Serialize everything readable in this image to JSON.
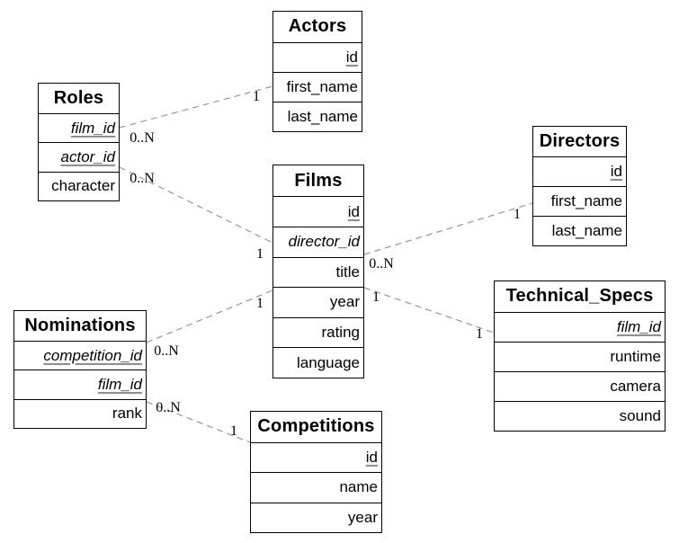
{
  "diagram_type": "entity-relationship",
  "colors": {
    "background": "#ffffff",
    "entity_border": "#000000",
    "entity_text": "#000000",
    "primary_key_underline": "#8f8f8f",
    "relation_line": "#979797",
    "cardinality_text": "#000000"
  },
  "entities": [
    {
      "name": "Actors",
      "attributes": [
        {
          "name": "id",
          "key": "primary"
        },
        {
          "name": "first_name",
          "key": "none"
        },
        {
          "name": "last_name",
          "key": "none"
        }
      ]
    },
    {
      "name": "Roles",
      "attributes": [
        {
          "name": "film_id",
          "key": "primary-foreign"
        },
        {
          "name": "actor_id",
          "key": "primary-foreign"
        },
        {
          "name": "character",
          "key": "none"
        }
      ]
    },
    {
      "name": "Films",
      "attributes": [
        {
          "name": "id",
          "key": "primary"
        },
        {
          "name": "director_id",
          "key": "foreign"
        },
        {
          "name": "title",
          "key": "none"
        },
        {
          "name": "year",
          "key": "none"
        },
        {
          "name": "rating",
          "key": "none"
        },
        {
          "name": "language",
          "key": "none"
        }
      ]
    },
    {
      "name": "Directors",
      "attributes": [
        {
          "name": "id",
          "key": "primary"
        },
        {
          "name": "first_name",
          "key": "none"
        },
        {
          "name": "last_name",
          "key": "none"
        }
      ]
    },
    {
      "name": "Nominations",
      "attributes": [
        {
          "name": "competition_id",
          "key": "primary-foreign"
        },
        {
          "name": "film_id",
          "key": "primary-foreign"
        },
        {
          "name": "rank",
          "key": "none"
        }
      ]
    },
    {
      "name": "Technical_Specs",
      "attributes": [
        {
          "name": "film_id",
          "key": "primary-foreign"
        },
        {
          "name": "runtime",
          "key": "none"
        },
        {
          "name": "camera",
          "key": "none"
        },
        {
          "name": "sound",
          "key": "none"
        }
      ]
    },
    {
      "name": "Competitions",
      "attributes": [
        {
          "name": "id",
          "key": "primary"
        },
        {
          "name": "name",
          "key": "none"
        },
        {
          "name": "year",
          "key": "none"
        }
      ]
    }
  ],
  "relationships": [
    {
      "from_entity": "Roles",
      "from_cardinality": "0..N",
      "to_entity": "Actors",
      "to_cardinality": "1"
    },
    {
      "from_entity": "Roles",
      "from_cardinality": "0..N",
      "to_entity": "Films",
      "to_cardinality": "1"
    },
    {
      "from_entity": "Films",
      "from_cardinality": "0..N",
      "to_entity": "Directors",
      "to_cardinality": "1"
    },
    {
      "from_entity": "Nominations",
      "from_cardinality": "0..N",
      "to_entity": "Films",
      "to_cardinality": "1"
    },
    {
      "from_entity": "Films",
      "from_cardinality": "1",
      "to_entity": "Technical_Specs",
      "to_cardinality": "1"
    },
    {
      "from_entity": "Nominations",
      "from_cardinality": "0..N",
      "to_entity": "Competitions",
      "to_cardinality": "1"
    }
  ]
}
